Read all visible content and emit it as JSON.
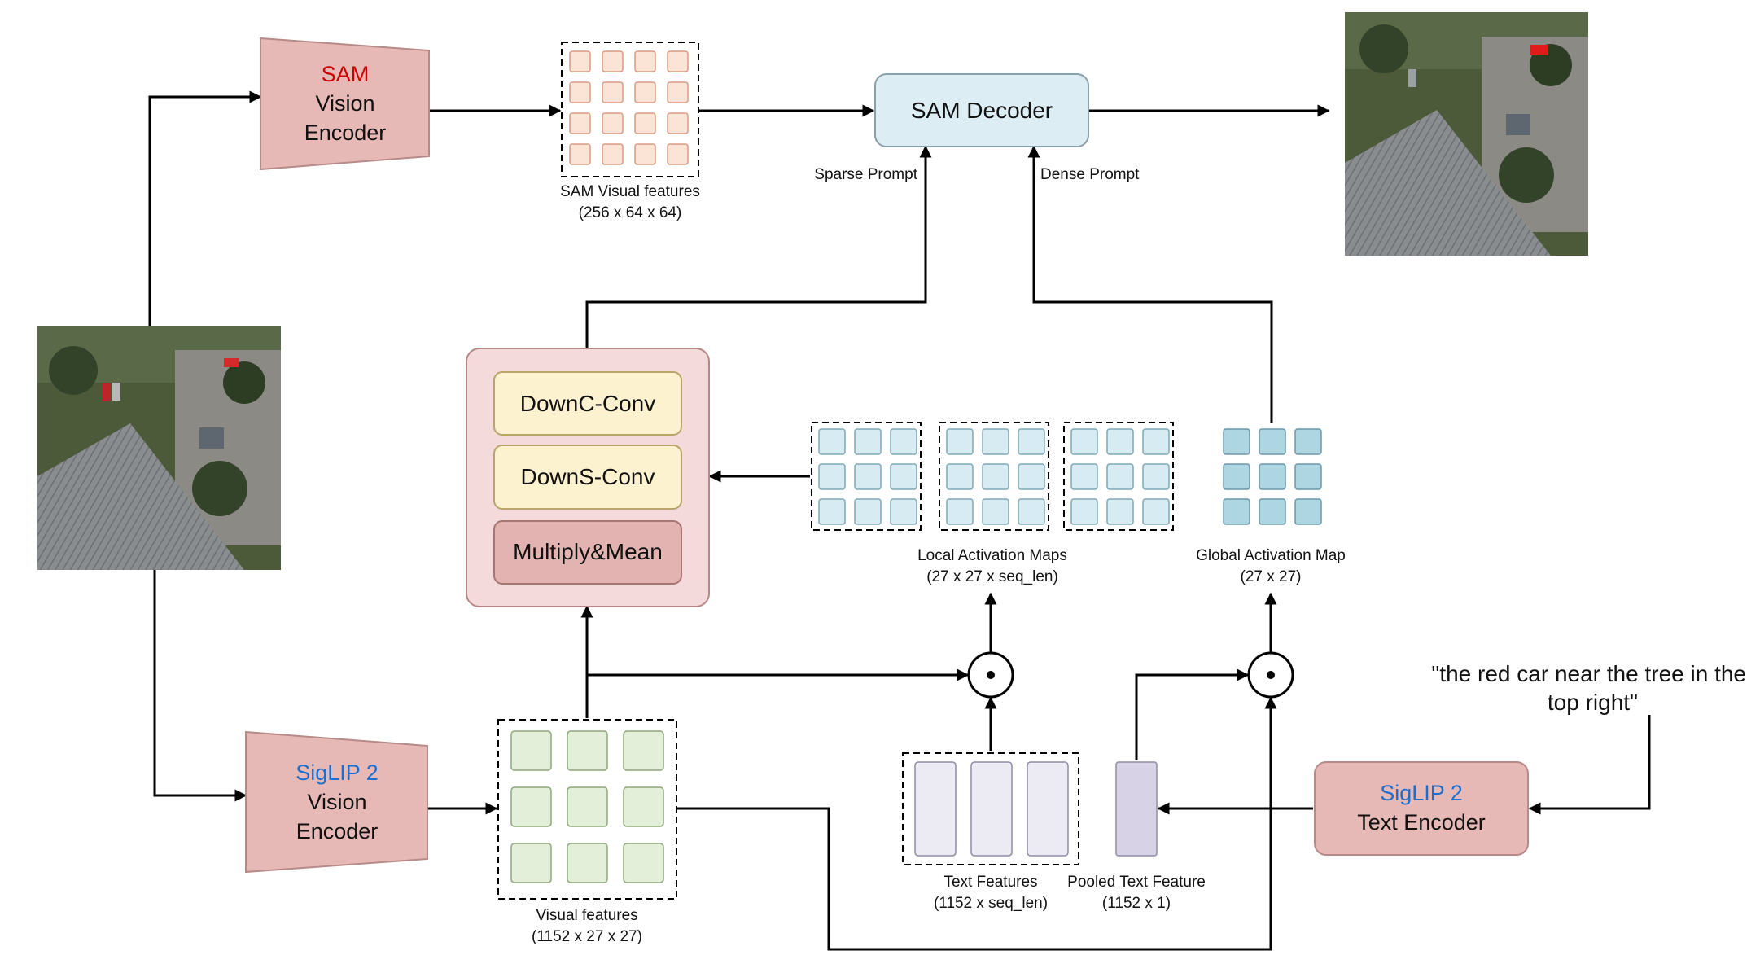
{
  "colors": {
    "encoder_fill": "#e6b9b6",
    "encoder_stroke": "#b88a87",
    "sam_red": "#cc0000",
    "siglip_blue": "#1a6fd0",
    "decoder_fill": "#dcedf4",
    "conv_fill": "#fdf2cf",
    "mm_fill": "#e3b3b1",
    "group_fill": "#f4dada",
    "sam_cell": "#fbe3d6",
    "act_cell": "#d6ebf2",
    "global_cell": "#aed5e2",
    "visual_cell": "#e4efd9",
    "text_feat": "#ecebf4",
    "pooled_feat": "#d7d2e6"
  },
  "sam_encoder": {
    "name": "SAM",
    "line2": "Vision",
    "line3": "Encoder"
  },
  "siglip_vision_encoder": {
    "name": "SigLIP 2",
    "line2": "Vision",
    "line3": "Encoder"
  },
  "siglip_text_encoder": {
    "name": "SigLIP 2",
    "line2": "Text Encoder"
  },
  "sam_decoder": {
    "label": "SAM Decoder",
    "sparse": "Sparse Prompt",
    "dense": "Dense Prompt"
  },
  "sam_features": {
    "label": "SAM Visual features",
    "dims": "(256 x 64 x 64)"
  },
  "prompt_module": {
    "conv1": "DownC-Conv",
    "conv2": "DownS-Conv",
    "mm": "Multiply&Mean"
  },
  "local_maps": {
    "label": "Local Activation Maps",
    "dims": "(27 x 27 x seq_len)"
  },
  "global_map": {
    "label": "Global Activation Map",
    "dims": "(27 x 27)"
  },
  "visual_features": {
    "label": "Visual features",
    "dims": "(1152 x 27 x 27)"
  },
  "text_features": {
    "label": "Text Features",
    "dims": "(1152 x seq_len)"
  },
  "pooled_feature": {
    "label": "Pooled Text Feature",
    "dims": "(1152 x 1)"
  },
  "query": {
    "line1": "\"the red car near the tree in the",
    "line2": "top right\""
  },
  "images": {
    "input": "aerial-input-image",
    "output": "aerial-output-image"
  }
}
